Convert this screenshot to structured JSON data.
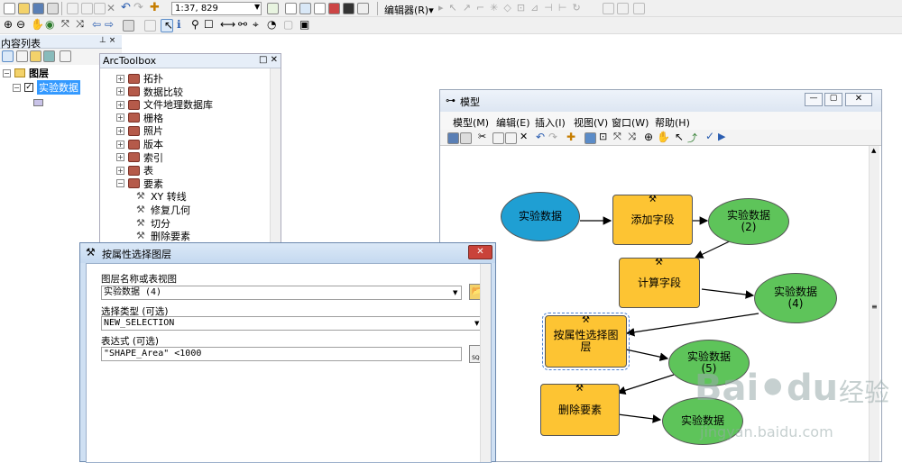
{
  "toolbar": {
    "scale": "1:37, 829",
    "editor_label": "编辑器(R)▾"
  },
  "toc": {
    "title": "内容列表",
    "layers_label": "图层",
    "layer_name": "实验数据",
    "pin_glyph": "⊥ ×"
  },
  "arctoolbox": {
    "title": "ArcToolbox",
    "items": [
      {
        "label": "拓扑",
        "type": "toolbox"
      },
      {
        "label": "数据比较",
        "type": "toolbox"
      },
      {
        "label": "文件地理数据库",
        "type": "toolbox"
      },
      {
        "label": "栅格",
        "type": "toolbox"
      },
      {
        "label": "照片",
        "type": "toolbox"
      },
      {
        "label": "版本",
        "type": "toolbox"
      },
      {
        "label": "索引",
        "type": "toolbox"
      },
      {
        "label": "表",
        "type": "toolbox"
      },
      {
        "label": "要素",
        "type": "toolbox-open"
      },
      {
        "label": "XY 转线",
        "type": "tool"
      },
      {
        "label": "修复几何",
        "type": "tool"
      },
      {
        "label": "切分",
        "type": "tool"
      },
      {
        "label": "删除要素",
        "type": "tool"
      }
    ]
  },
  "dialog": {
    "title": "按属性选择图层",
    "close_glyph": "✕",
    "layer_label": "图层名称或表视图",
    "layer_value": "实验数据 (4)",
    "type_label": "选择类型 (可选)",
    "type_value": "NEW_SELECTION",
    "expr_label": "表达式 (可选)",
    "expr_value": "\"SHAPE_Area\" <1000",
    "sql_label": "SQL"
  },
  "model": {
    "title": "模型",
    "menus": [
      "模型(M)",
      "编辑(E)",
      "插入(I)",
      "视图(V)",
      "窗口(W)",
      "帮助(H)"
    ],
    "nodes": {
      "input": "实验数据",
      "add_field": "添加字段",
      "out2": "实验数据\n(2)",
      "calc_field": "计算字段",
      "out4": "实验数据\n(4)",
      "select_attr": "按属性选择图\n层",
      "out5": "实验数据\n(5)",
      "delete": "删除要素",
      "out6": "实验数据"
    }
  },
  "watermark": {
    "brand": "Bai",
    "brand2": "du",
    "cn": "经验",
    "url": "jingyan.baidu.com"
  },
  "colors": {
    "rect": "#fdc433",
    "ellipse_green": "#5ec45a",
    "ellipse_blue": "#1f9fd3"
  }
}
